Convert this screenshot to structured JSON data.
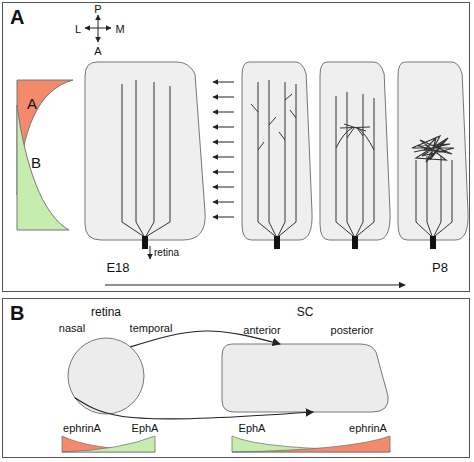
{
  "diagram": {
    "nodes": [
      {
        "text": [
          "A"
        ]
      },
      {
        "text": [
          "A"
        ],
        "in": 0
      },
      {
        "text": [
          "B"
        ],
        "in": 0
      },
      {
        "text": [
          "B"
        ]
      },
      {
        "text": [
          "retina"
        ],
        "in": 3
      },
      {
        "text": [
          "SC"
        ],
        "in": 3
      }
    ],
    "edges": [
      {
        "from": 4,
        "to": 5,
        "arrow": "to"
      },
      {
        "from": 4,
        "to": 5,
        "arrow": "to"
      }
    ],
    "labels": [
      "P",
      "L",
      "M",
      "A",
      "retina",
      "E18",
      "P8",
      "nasal",
      "temporal",
      "anterior",
      "posterior",
      "ephrinA",
      "EphA",
      "EphA",
      "ephrinA"
    ]
  }
}
